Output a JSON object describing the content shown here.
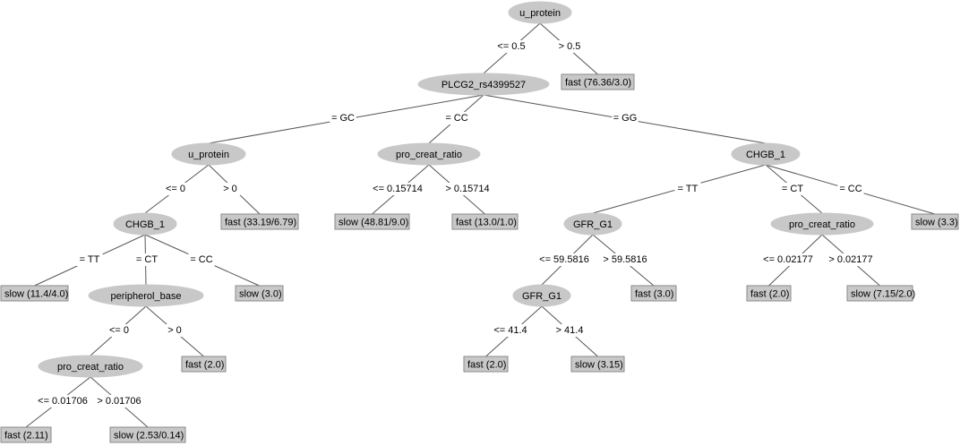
{
  "nodes": [
    {
      "id": "n0",
      "label": "u_protein",
      "kind": "internal"
    },
    {
      "id": "l1",
      "label": "fast (76.36/3.0)",
      "kind": "leaf"
    },
    {
      "id": "n1",
      "label": "PLCG2_rs4399527",
      "kind": "internal"
    },
    {
      "id": "n2",
      "label": "u_protein",
      "kind": "internal"
    },
    {
      "id": "n3",
      "label": "pro_creat_ratio",
      "kind": "internal"
    },
    {
      "id": "n4",
      "label": "CHGB_1",
      "kind": "internal"
    },
    {
      "id": "n5",
      "label": "CHGB_1",
      "kind": "internal"
    },
    {
      "id": "l2",
      "label": "fast (33.19/6.79)",
      "kind": "leaf"
    },
    {
      "id": "l3",
      "label": "slow (48.81/9.0)",
      "kind": "leaf"
    },
    {
      "id": "l4",
      "label": "fast (13.0/1.0)",
      "kind": "leaf"
    },
    {
      "id": "n6",
      "label": "GFR_G1",
      "kind": "internal"
    },
    {
      "id": "n7",
      "label": "pro_creat_ratio",
      "kind": "internal"
    },
    {
      "id": "l5",
      "label": "slow (3.3)",
      "kind": "leaf"
    },
    {
      "id": "l6",
      "label": "slow (11.4/4.0)",
      "kind": "leaf"
    },
    {
      "id": "n8",
      "label": "peripherol_base",
      "kind": "internal"
    },
    {
      "id": "l7",
      "label": "slow (3.0)",
      "kind": "leaf"
    },
    {
      "id": "n9",
      "label": "GFR_G1",
      "kind": "internal"
    },
    {
      "id": "l8",
      "label": "fast (3.0)",
      "kind": "leaf"
    },
    {
      "id": "l9",
      "label": "fast (2.0)",
      "kind": "leaf"
    },
    {
      "id": "l10",
      "label": "slow (7.15/2.0)",
      "kind": "leaf"
    },
    {
      "id": "n10",
      "label": "pro_creat_ratio",
      "kind": "internal"
    },
    {
      "id": "l11",
      "label": "fast (2.0)",
      "kind": "leaf"
    },
    {
      "id": "l12",
      "label": "fast (2.0)",
      "kind": "leaf"
    },
    {
      "id": "l13",
      "label": "slow (3.15)",
      "kind": "leaf"
    },
    {
      "id": "l14",
      "label": "fast (2.11)",
      "kind": "leaf"
    },
    {
      "id": "l15",
      "label": "slow (2.53/0.14)",
      "kind": "leaf"
    }
  ],
  "edges": [
    {
      "from": "n0",
      "to": "n1",
      "label": "<= 0.5"
    },
    {
      "from": "n0",
      "to": "l1",
      "label": "> 0.5"
    },
    {
      "from": "n1",
      "to": "n2",
      "label": "= GC"
    },
    {
      "from": "n1",
      "to": "n3",
      "label": "= CC"
    },
    {
      "from": "n1",
      "to": "n4",
      "label": "= GG"
    },
    {
      "from": "n2",
      "to": "n5",
      "label": "<= 0"
    },
    {
      "from": "n2",
      "to": "l2",
      "label": "> 0"
    },
    {
      "from": "n3",
      "to": "l3",
      "label": "<= 0.15714"
    },
    {
      "from": "n3",
      "to": "l4",
      "label": "> 0.15714"
    },
    {
      "from": "n4",
      "to": "n6",
      "label": "= TT"
    },
    {
      "from": "n4",
      "to": "n7",
      "label": "= CT"
    },
    {
      "from": "n4",
      "to": "l5",
      "label": "= CC"
    },
    {
      "from": "n5",
      "to": "l6",
      "label": "= TT"
    },
    {
      "from": "n5",
      "to": "n8",
      "label": "= CT"
    },
    {
      "from": "n5",
      "to": "l7",
      "label": "= CC"
    },
    {
      "from": "n6",
      "to": "n9",
      "label": "<= 59.5816"
    },
    {
      "from": "n6",
      "to": "l8",
      "label": "> 59.5816"
    },
    {
      "from": "n7",
      "to": "l9",
      "label": "<= 0.02177"
    },
    {
      "from": "n7",
      "to": "l10",
      "label": "> 0.02177"
    },
    {
      "from": "n8",
      "to": "n10",
      "label": "<= 0"
    },
    {
      "from": "n8",
      "to": "l11",
      "label": "> 0"
    },
    {
      "from": "n9",
      "to": "l12",
      "label": "<= 41.4"
    },
    {
      "from": "n9",
      "to": "l13",
      "label": "> 41.4"
    },
    {
      "from": "n10",
      "to": "l14",
      "label": "<= 0.01706"
    },
    {
      "from": "n10",
      "to": "l15",
      "label": "> 0.01706"
    }
  ],
  "colors": {
    "node_fill": "#c8c8c8",
    "leaf_fill": "#c8c8c8",
    "leaf_border": "#8a8a8a",
    "edge": "#555555",
    "text": "#000000",
    "background": "#ffffff"
  }
}
